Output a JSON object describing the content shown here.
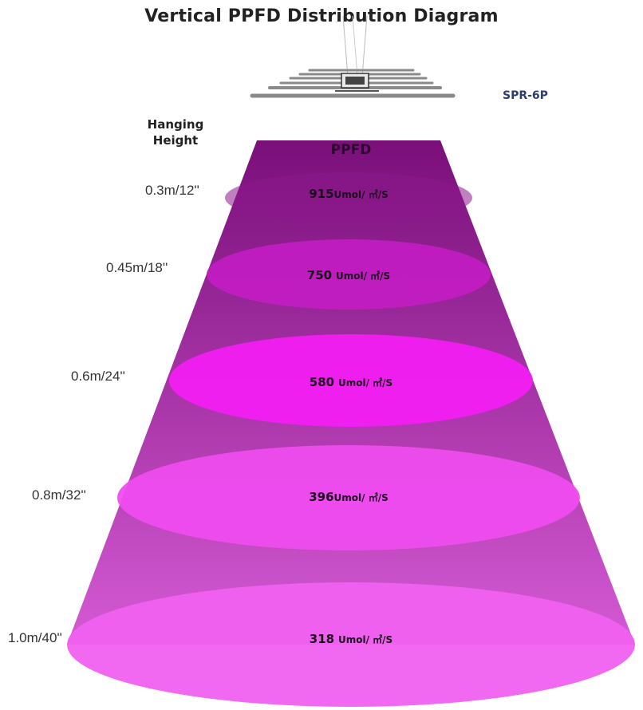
{
  "title": "Vertical PPFD Distribution Diagram",
  "model": "SPR-6P",
  "hanging_height_header": [
    "Hanging",
    "Height"
  ],
  "ppfd_header": "PPFD",
  "levels": [
    {
      "height": "0.3m/12''",
      "ppfd": "915",
      "unit": "Umol/ ㎡/S",
      "spaced": false
    },
    {
      "height": "0.45m/18''",
      "ppfd": "750",
      "unit": "Umol/ ㎡/S",
      "spaced": true
    },
    {
      "height": "0.6m/24''",
      "ppfd": "580",
      "unit": "Umol/ ㎡/S",
      "spaced": true
    },
    {
      "height": "0.8m/32''",
      "ppfd": "396",
      "unit": "Umol/ ㎡/S",
      "spaced": false
    },
    {
      "height": "1.0m/40''",
      "ppfd": "318",
      "unit": "Umol/ ㎡/S",
      "spaced": true
    }
  ],
  "colors": {
    "cone_top": "#7a0f7a",
    "cone_bottom": "#d45ad4",
    "ellipse_1": "#8d188d",
    "ellipse_2": "#c21cc2",
    "ellipse_3": "#f21ff2",
    "ellipse_4": "#ef4cef",
    "ellipse_5": "#f061ef"
  }
}
